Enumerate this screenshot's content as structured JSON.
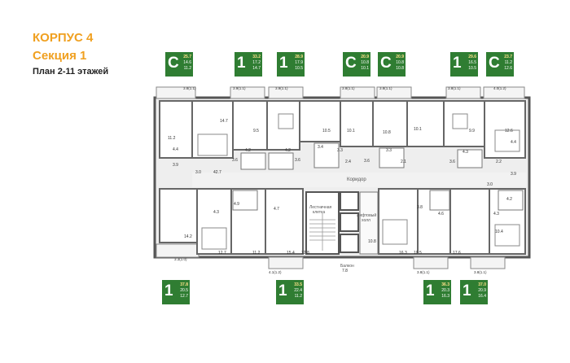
{
  "header": {
    "building": "КОРПУС 4",
    "section": "Секция 1",
    "floors": "План 2-11 этажей"
  },
  "apartment_tags": [
    {
      "code": "C",
      "total": "25.7",
      "living": "14.6",
      "kitchen": "11.2"
    },
    {
      "code": "1",
      "total": "33.2",
      "living": "17.2",
      "kitchen": "14.7"
    },
    {
      "code": "1",
      "total": "28.9",
      "living": "17.9",
      "kitchen": "10.5"
    },
    {
      "code": "C",
      "total": "20.9",
      "living": "10.8",
      "kitchen": "10.1"
    },
    {
      "code": "C",
      "total": "20.9",
      "living": "10.8",
      "kitchen": "10.8"
    },
    {
      "code": "1",
      "total": "29.6",
      "living": "16.5",
      "kitchen": "10.5"
    },
    {
      "code": "C",
      "total": "23.7",
      "living": "11.2",
      "kitchen": "12.6"
    },
    {
      "code": "1",
      "total": "37.8",
      "living": "20.5",
      "kitchen": "12.7"
    },
    {
      "code": "1",
      "total": "33.5",
      "living": "22.4",
      "kitchen": "11.2"
    },
    {
      "code": "1",
      "total": "36.3",
      "living": "20.3",
      "kitchen": "16.3"
    },
    {
      "code": "1",
      "total": "37.0",
      "living": "20.9",
      "kitchen": "16.4"
    }
  ],
  "plan_labels": {
    "corridor": "Коридор",
    "stairwell_1": "Лестничная",
    "stairwell_2": "клетка",
    "elevator_hall_1": "Лифтовый",
    "elevator_hall_2": "холл",
    "balcony": "Балкон",
    "balcony_dims": [
      "3.8(1.1)",
      "3.9(1.1)",
      "3.9(1.1)",
      "3.8(1.1)",
      "3.8(1.1)",
      "3.8(1.1)",
      "4.0(1.2)",
      "3.3(1.0)",
      "4.1(1.2)",
      "3.8(1.1)",
      "3.8(1.1)"
    ],
    "room_areas": [
      "11.2",
      "4.4",
      "3.9",
      "3.0",
      "14.7",
      "4.2",
      "3.6",
      "9.5",
      "4.2",
      "3.6",
      "10.5",
      "3.4",
      "10.1",
      "3.3",
      "10.8",
      "3.3",
      "3.6",
      "2.4",
      "2.1",
      "10.1",
      "3.6",
      "9.9",
      "4.3",
      "12.6",
      "4.4",
      "2.2",
      "3.9",
      "42.7",
      "4.3",
      "4.9",
      "14.2",
      "12.7",
      "4.7",
      "11.2",
      "15.4",
      "12.8",
      "7.8",
      "10.8",
      "16.3",
      "3.8",
      "4.6",
      "10.5",
      "17.6",
      "4.2",
      "4.3",
      "10.4",
      "3.0"
    ]
  },
  "colors": {
    "accent_orange": "#f0a020",
    "tag_green": "#2f7d32",
    "wall": "#555555",
    "floor": "#eeeeee"
  }
}
